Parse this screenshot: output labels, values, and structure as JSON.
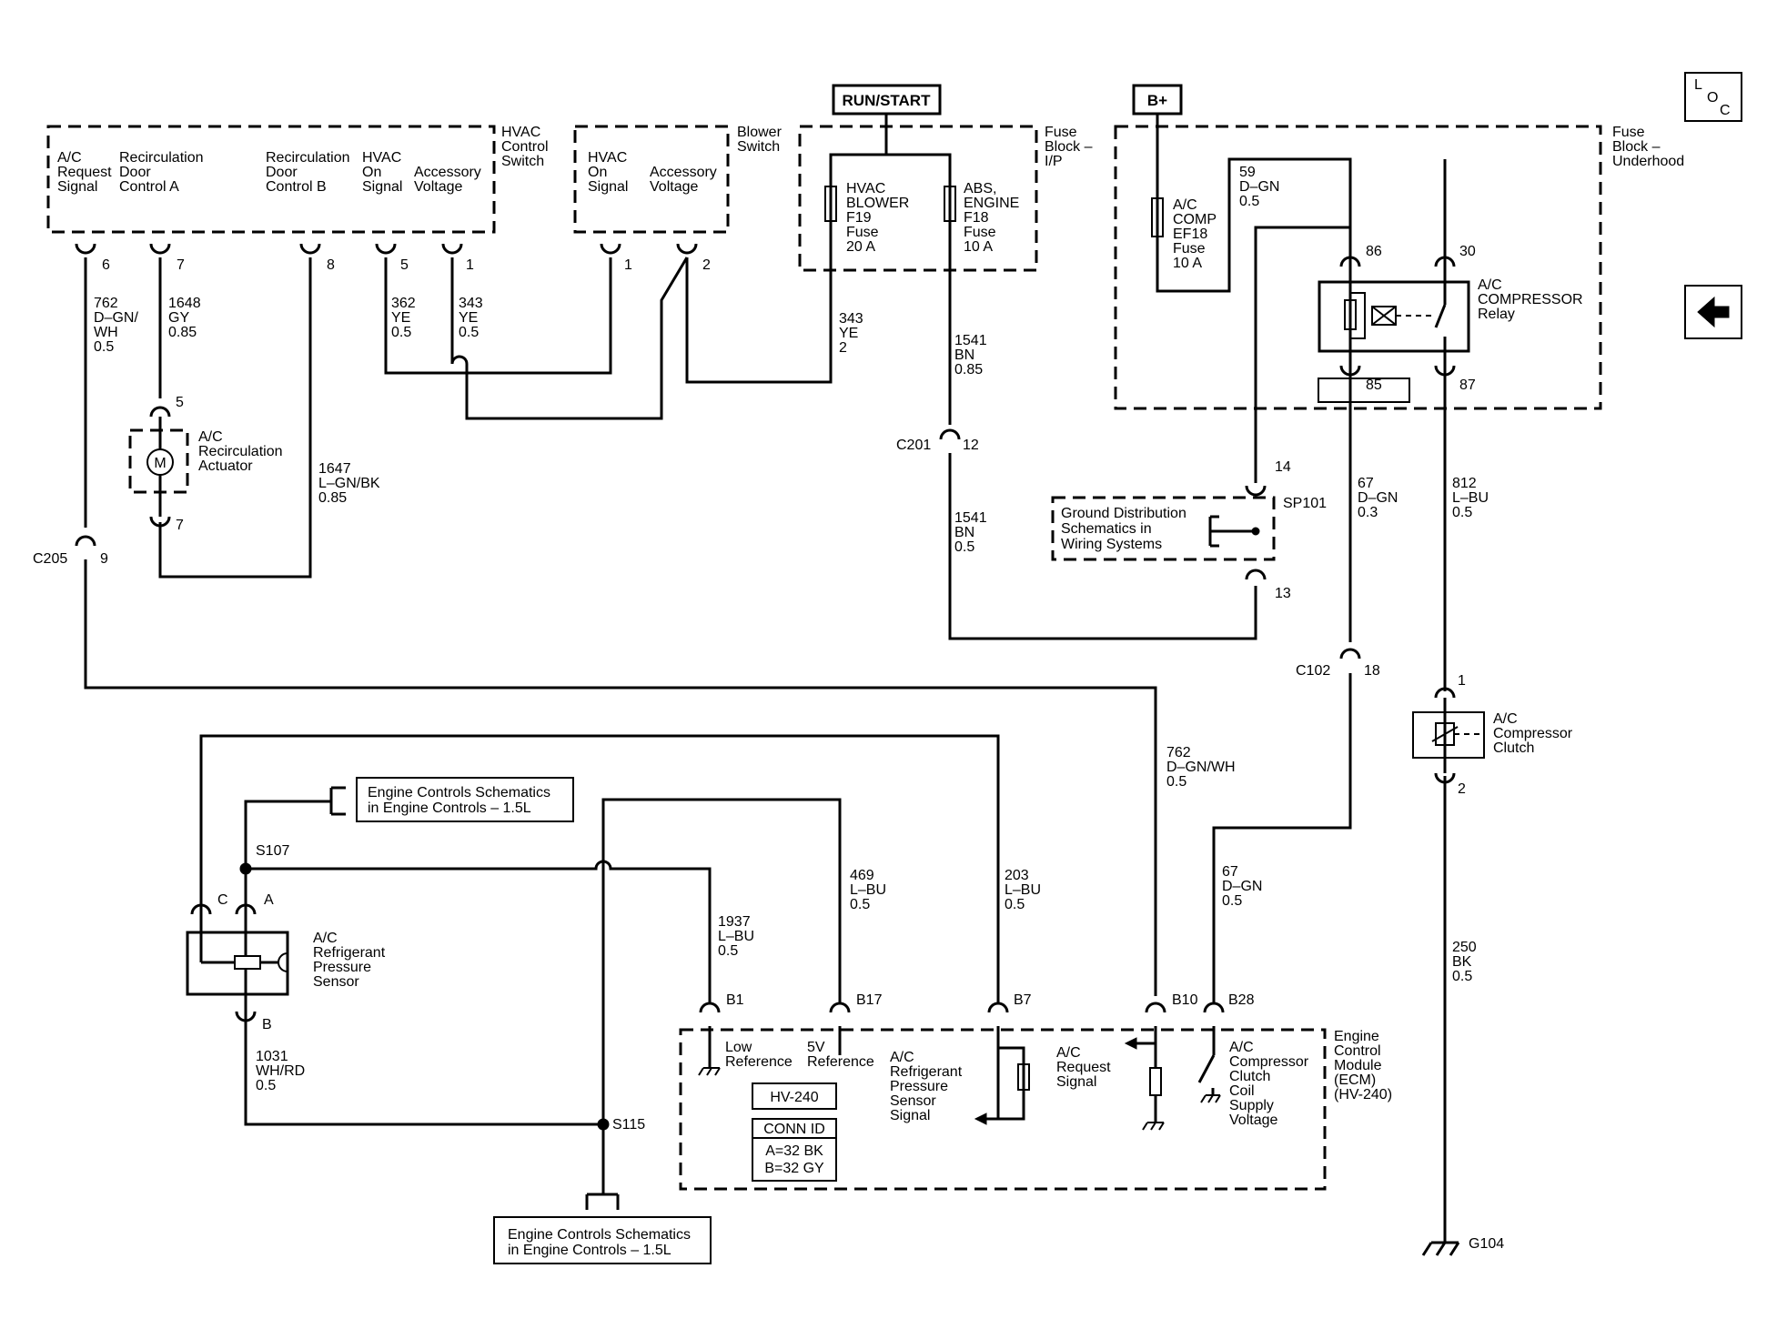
{
  "palette": {
    "wire": "#000000",
    "background": "#ffffff"
  },
  "icons": {
    "loc": "loc-icon",
    "back": "back-arrow-icon",
    "ground": "ground-icon",
    "motor": "motor-icon"
  },
  "power": {
    "run_start": "RUN/START",
    "b_plus": "B+"
  },
  "loc": {
    "l": "L",
    "o": "O",
    "c": "C"
  },
  "hvac_switch": {
    "title": [
      "HVAC",
      "Control",
      "Switch"
    ],
    "pins": [
      {
        "label": [
          "A/C",
          "Request",
          "Signal"
        ],
        "num": "6"
      },
      {
        "label": [
          "Recirculation",
          "Door",
          "Control A"
        ],
        "num": "7"
      },
      {
        "label": [
          "Recirculation",
          "Door",
          "Control B"
        ],
        "num": "8"
      },
      {
        "label": [
          "HVAC",
          "On",
          "Signal"
        ],
        "num": "5"
      },
      {
        "label": [
          "Accessory",
          "Voltage"
        ],
        "num": "1"
      }
    ]
  },
  "blower_switch": {
    "title": [
      "Blower",
      "Switch"
    ],
    "pins": [
      {
        "label": [
          "HVAC",
          "On",
          "Signal"
        ],
        "num": "1"
      },
      {
        "label": [
          "Accessory",
          "Voltage"
        ],
        "num": "2"
      }
    ]
  },
  "fuse_ip": {
    "title": [
      "Fuse",
      "Block –",
      "I/P"
    ],
    "f19": [
      "HVAC",
      "BLOWER",
      "F19",
      "Fuse",
      "20 A"
    ],
    "f18": [
      "ABS,",
      "ENGINE",
      "F18",
      "Fuse",
      "10 A"
    ]
  },
  "fuse_uh": {
    "title": [
      "Fuse",
      "Block –",
      "Underhood"
    ],
    "ef18": [
      "A/C",
      "COMP",
      "EF18",
      "Fuse",
      "10 A"
    ],
    "relay": [
      "A/C",
      "COMPRESSOR",
      "Relay"
    ],
    "pins": {
      "p86": "86",
      "p30": "30",
      "p85": "85",
      "p87": "87"
    }
  },
  "wires": {
    "w762a": [
      "762",
      "D–GN/",
      "WH",
      "0.5"
    ],
    "w1648": [
      "1648",
      "GY",
      "0.85"
    ],
    "w362": [
      "362",
      "YE",
      "0.5"
    ],
    "w343a": [
      "343",
      "YE",
      "0.5"
    ],
    "w343b": [
      "343",
      "YE",
      "2"
    ],
    "w1541a": [
      "1541",
      "BN",
      "0.85"
    ],
    "w59": [
      "59",
      "D–GN",
      "0.5"
    ],
    "w1647": [
      "1647",
      "L–GN/BK",
      "0.85"
    ],
    "w1541b": [
      "1541",
      "BN",
      "0.5"
    ],
    "w67a": [
      "67",
      "D–GN",
      "0.3"
    ],
    "w812": [
      "812",
      "L–BU",
      "0.5"
    ],
    "w762b": [
      "762",
      "D–GN/WH",
      "0.5"
    ],
    "w469": [
      "469",
      "L–BU",
      "0.5"
    ],
    "w203": [
      "203",
      "L–BU",
      "0.5"
    ],
    "w1937": [
      "1937",
      "L–BU",
      "0.5"
    ],
    "w67b": [
      "67",
      "D–GN",
      "0.5"
    ],
    "w250": [
      "250",
      "BK",
      "0.5"
    ],
    "w1031": [
      "1031",
      "WH/RD",
      "0.5"
    ]
  },
  "actuator": {
    "label": [
      "A/C",
      "Recirculation",
      "Actuator"
    ],
    "motor": "M",
    "pin_top": "5",
    "pin_bottom": "7"
  },
  "connectors": {
    "c201": "C201",
    "c201_pin": "12",
    "c205": "C205",
    "c205_pin": "9",
    "c102": "C102",
    "c102_pin": "18"
  },
  "splices": {
    "sp101": "SP101",
    "sp101_top": "14",
    "sp101_bottom": "13",
    "s107": "S107",
    "s115": "S115"
  },
  "ground_dist": [
    "Ground Distribution",
    "Schematics in",
    "Wiring Systems"
  ],
  "engine_ref1": [
    "Engine Controls Schematics",
    "in Engine Controls – 1.5L"
  ],
  "engine_ref2": [
    "Engine Controls Schematics",
    "in Engine Controls – 1.5L"
  ],
  "sensor": {
    "label": [
      "A/C",
      "Refrigerant",
      "Pressure",
      "Sensor"
    ],
    "pin_c": "C",
    "pin_a": "A",
    "pin_b": "B"
  },
  "clutch": {
    "label": [
      "A/C",
      "Compressor",
      "Clutch"
    ],
    "pin1": "1",
    "pin2": "2"
  },
  "ground": "G104",
  "ecm": {
    "title": [
      "Engine",
      "Control",
      "Module",
      "(ECM)",
      "(HV-240)"
    ],
    "pins": {
      "b1": "B1",
      "b17": "B17",
      "b7": "B7",
      "b10": "B10",
      "b28": "B28"
    },
    "low_ref": [
      "Low",
      "Reference"
    ],
    "ref5v": [
      "5V",
      "Reference"
    ],
    "sensor_signal": [
      "A/C",
      "Refrigerant",
      "Pressure",
      "Sensor",
      "Signal"
    ],
    "request": [
      "A/C",
      "Request",
      "Signal"
    ],
    "clutch_supply": [
      "A/C",
      "Compressor",
      "Clutch",
      "Coil",
      "Supply",
      "Voltage"
    ],
    "hv": "HV-240",
    "conn_id": "CONN ID",
    "conn_lines": [
      "A=32 BK",
      "B=32 GY"
    ]
  }
}
